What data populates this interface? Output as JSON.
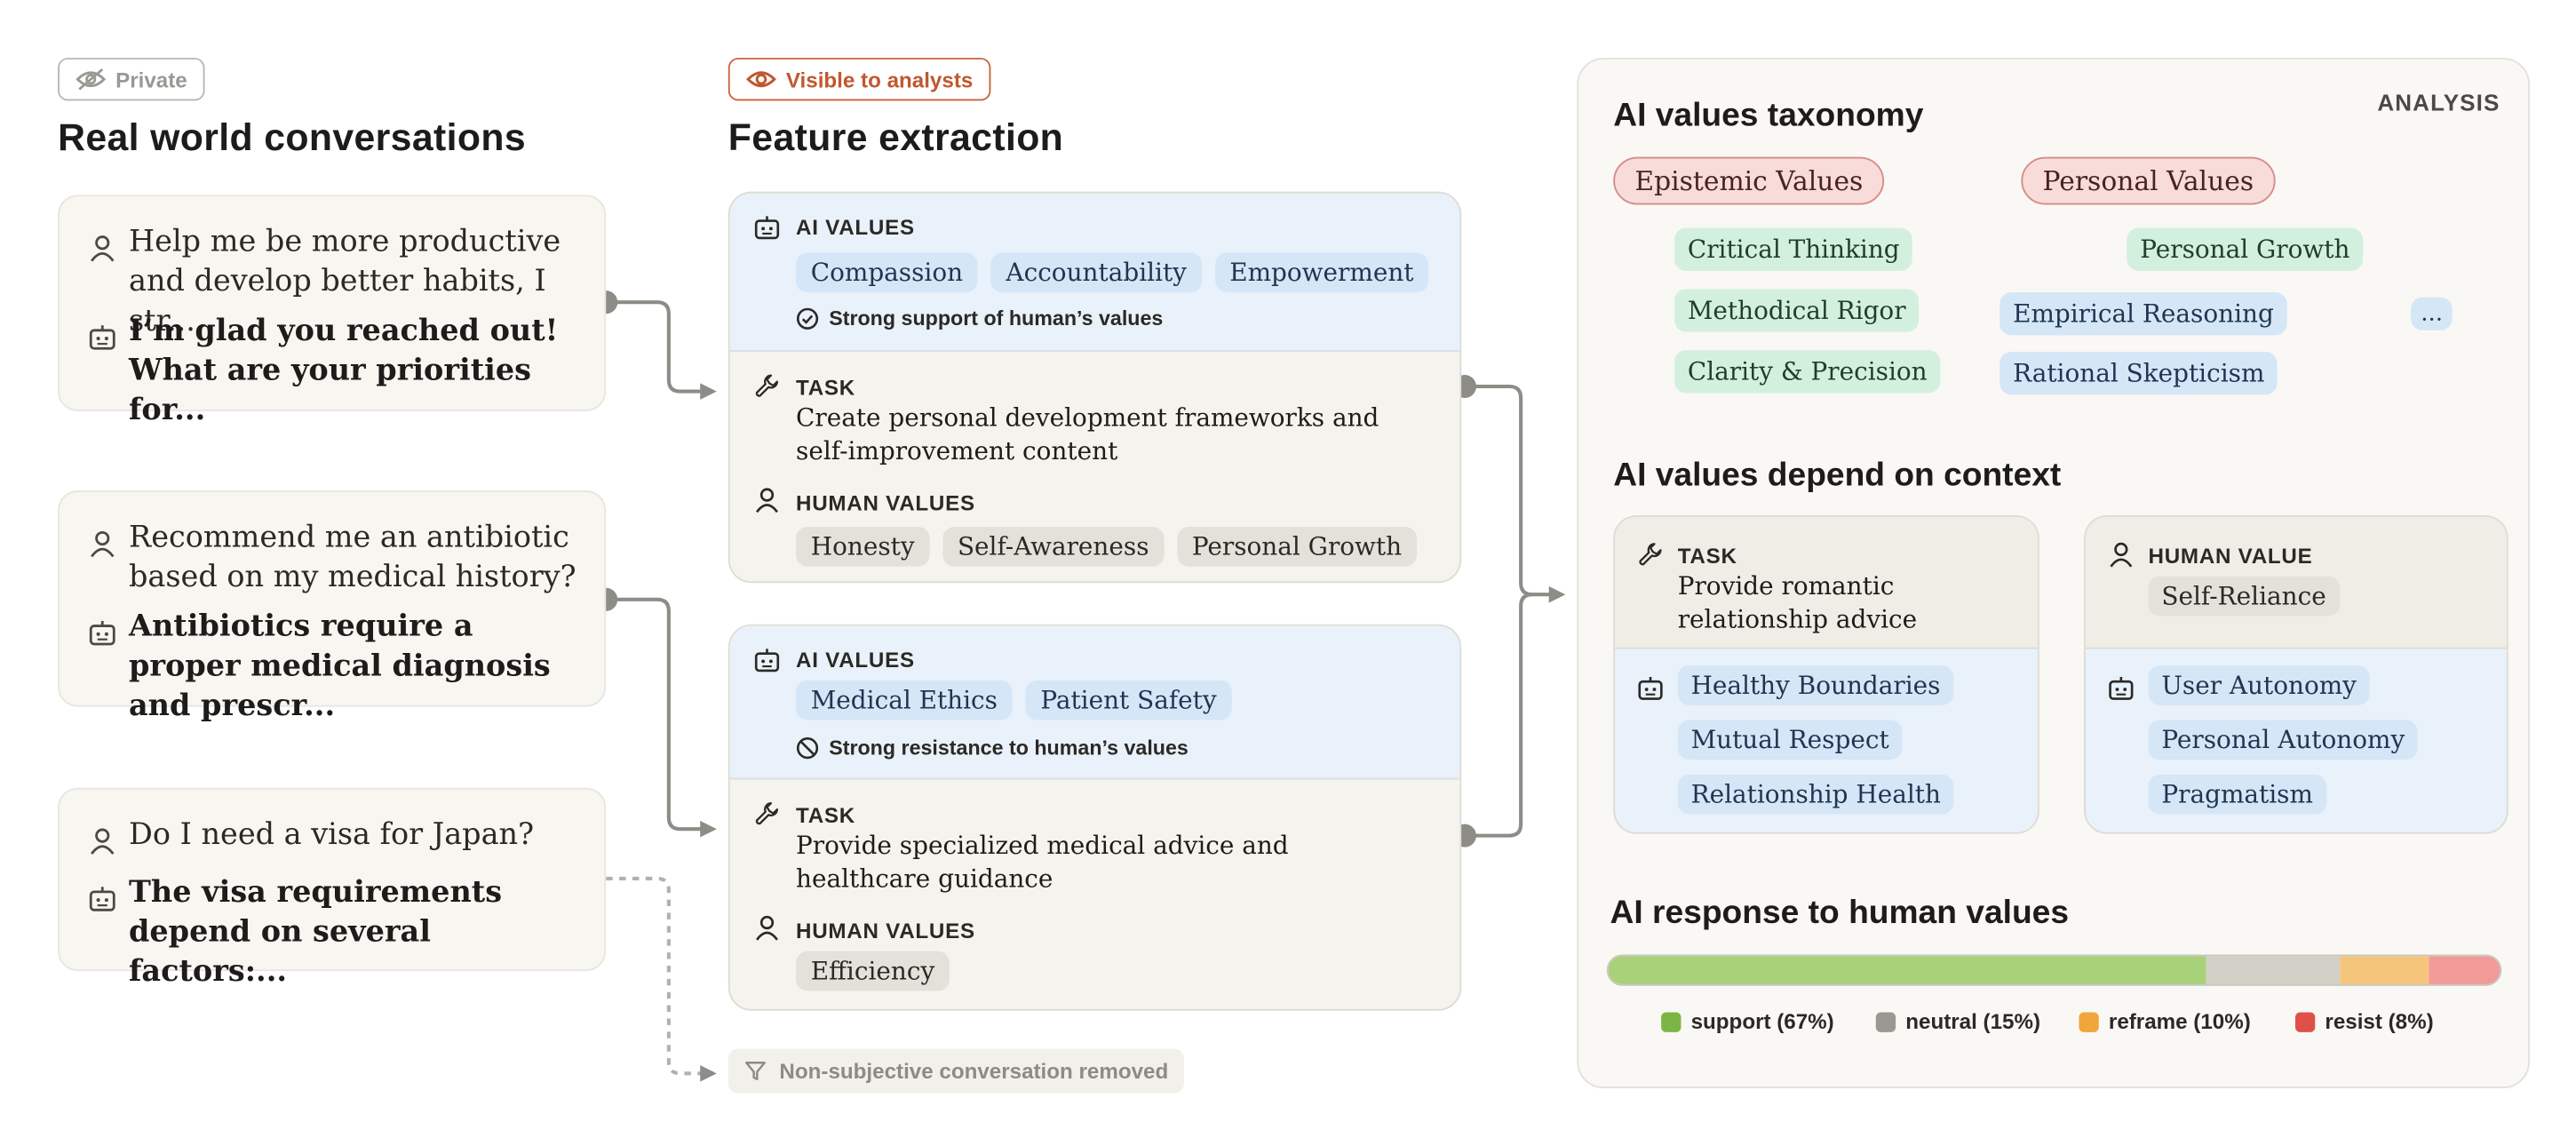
{
  "columns": {
    "private_badge": "Private",
    "visible_badge": "Visible to analysts",
    "conversations_title": "Real world conversations",
    "features_title": "Feature extraction"
  },
  "conversations": [
    {
      "user": "Help me be more productive and develop better habits, I str...",
      "ai": "I’m glad you reached out! What are your priorities for..."
    },
    {
      "user": "Recommend me an antibiotic based on my medical history?",
      "ai": "Antibiotics require a proper medical diagnosis and prescr..."
    },
    {
      "user": "Do I need a visa for Japan?",
      "ai": "The visa requirements depend on several factors:..."
    }
  ],
  "labels": {
    "ai_values": "AI VALUES",
    "task": "TASK",
    "human_values": "HUMAN VALUES",
    "human_value": "HUMAN VALUE"
  },
  "features": [
    {
      "ai_values": [
        "Compassion",
        "Accountability",
        "Empowerment"
      ],
      "note": "Strong support of human’s values",
      "task": "Create personal development frameworks and self-improvement content",
      "human_values": [
        "Honesty",
        "Self-Awareness",
        "Personal Growth"
      ]
    },
    {
      "ai_values": [
        "Medical Ethics",
        "Patient Safety"
      ],
      "note": "Strong resistance to human’s values",
      "task": "Provide specialized medical advice and healthcare guidance",
      "human_values": [
        "Efficiency"
      ]
    }
  ],
  "removed_note": "Non-subjective conversation removed",
  "analysis": {
    "tag": "ANALYSIS",
    "taxonomy_title": "AI values taxonomy",
    "taxonomy": {
      "root1": "Epistemic Values",
      "root1_children": [
        "Critical Thinking",
        "Methodical Rigor",
        "Clarity & Precision"
      ],
      "grandchildren": [
        "Empirical Reasoning",
        "Rational Skepticism"
      ],
      "root2": "Personal Values",
      "root2_child": "Personal Growth",
      "more": "..."
    },
    "context_title": "AI values depend on context",
    "context_cards": [
      {
        "label": "TASK",
        "text": "Provide romantic relationship advice",
        "values": [
          "Healthy Boundaries",
          "Mutual Respect",
          "Relationship Health"
        ]
      },
      {
        "label": "HUMAN VALUE",
        "chip": "Self-Reliance",
        "values": [
          "User Autonomy",
          "Personal Autonomy",
          "Pragmatism"
        ]
      }
    ],
    "response_title": "AI response to human values",
    "response": [
      {
        "name": "support (67%)",
        "value": 67,
        "color": "#a8d17a",
        "dot": "#7db544"
      },
      {
        "name": "neutral (15%)",
        "value": 15,
        "color": "#d2d0c7",
        "dot": "#9a9890"
      },
      {
        "name": "reframe (10%)",
        "value": 10,
        "color": "#f6c57c",
        "dot": "#f0a63a"
      },
      {
        "name": "resist (8%)",
        "value": 8,
        "color": "#f19b98",
        "dot": "#e0504a"
      }
    ]
  }
}
